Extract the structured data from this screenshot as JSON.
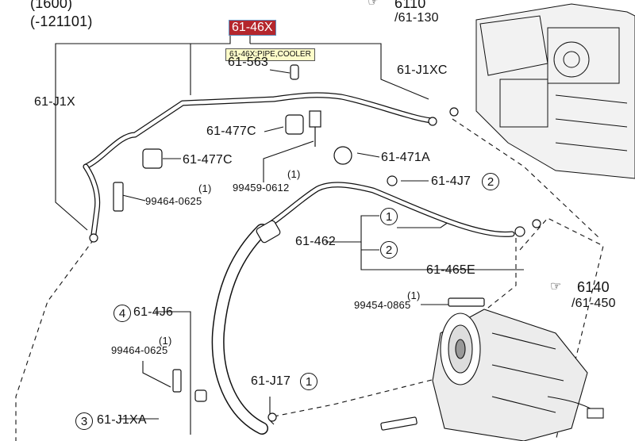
{
  "header": {
    "model": "(1600)",
    "range": "(-121101)"
  },
  "highlight": {
    "code": "61-46X",
    "tooltip": "61-46X:PIPE,COOLER"
  },
  "refs": {
    "ref_6110_num": "6110",
    "ref_6110_sub": "/61-130",
    "ref_6140_num": "6140",
    "ref_6140_sub": "/61-450"
  },
  "parts": {
    "p_61_J1X": "61-J1X",
    "p_61_563": "61-563",
    "p_61_J1XC": "61-J1XC",
    "p_61_477C_a": "61-477C",
    "p_61_477C_b": "61-477C",
    "p_61_471A": "61-471A",
    "p_99459_0612": "99459-0612",
    "qty_99459": "(1)",
    "p_61_4J7": "61-4J7",
    "p_99464_0625_a": "99464-0625",
    "qty_99464_a": "(1)",
    "p_61_462": "61-462",
    "p_61_465E": "61-465E",
    "p_99454_0865": "99454-0865",
    "qty_99454": "(1)",
    "p_61_4J6": "61-4J6",
    "p_99464_0625_b": "99464-0625",
    "qty_99464_b": "(1)",
    "p_61_J17": "61-J17",
    "p_61_J1XA": "61-J1XA"
  },
  "callouts": {
    "c_4J7": "2",
    "c_462_1": "1",
    "c_462_2": "2",
    "c_4J6": "4",
    "c_J17": "1",
    "c_J1XA": "3"
  },
  "colors": {
    "highlight_bg": "#b4262d",
    "tooltip_bg": "#fdfcc9"
  }
}
